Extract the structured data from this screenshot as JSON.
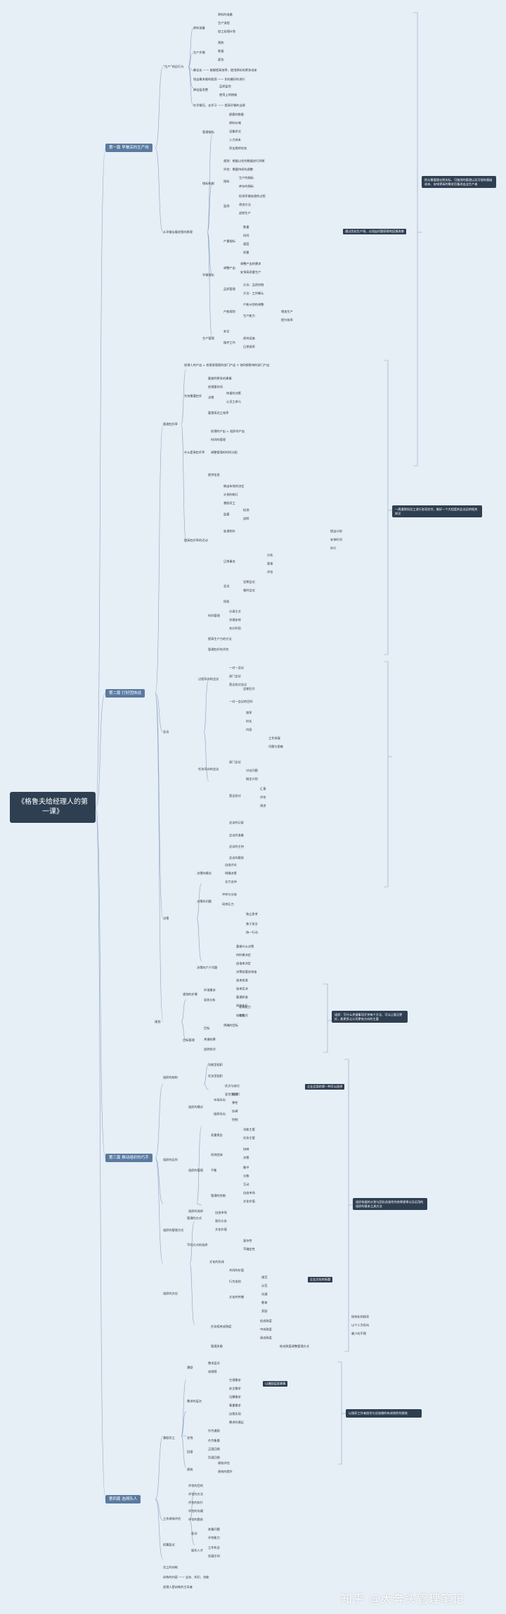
{
  "root": "《格鲁夫给经理人的第一课》",
  "chapters": [
    "第一篇 早餐店的生产线",
    "第二篇 打好团体战",
    "第三篇 推动组织的巧手",
    "第四篇 选择队人"
  ],
  "watermark": "知乎 @大奔头管理笔记",
  "notes": {
    "n1": "把从需要理论到实际、可推测的管理以及可视的基础成本、安排更高的需求后备进出业生产者",
    "n2": "通过优化生产线，以找出问题获得的回报改善",
    "n3": "一周通常知员工进行各项交付，做好一个大程度的会议运转相关知识",
    "n4": "组织：写什么关键事项开关每个方法、可以让意见更好，能更多让公司更有方向的主要",
    "n5": "企业会面的第一种可以选择",
    "n6": "组织依据的计划与团队选拔性的效果规律以及运用的组织的基本工具方法",
    "n7": "企业文化的标题",
    "n8": "以激励层面事事",
    "n9": "以组织工作者组合与应该做的有成效性的绩效"
  },
  "ch1": {
    "a": "“生产”的运行与",
    "a1": "原料准备",
    "a1_1": "原料的准备",
    "a1_2": "生产流程",
    "a1_3": "加工处理计划",
    "a2": "生产步骤",
    "a2_1": "预热",
    "a2_2": "煮蛋",
    "a2_3": "面包",
    "a3": "最佳化 —— 能够提高效率，使用原料的更多成本",
    "a4": "找出最关键的瓶颈 —— 如何最好的进行",
    "a5": "降低投资费",
    "a5_1": "品质监控",
    "a5_2": "使用上的措施",
    "a6": "在早餐后，去学习 —— 提高早餐的业绩",
    "b": "从早餐店看经营的原理",
    "b1": "管理指标",
    "b1_1": "顾客的数量",
    "b1_2": "原料存储",
    "b1_3": "设备状况",
    "b1_4": "人力成本",
    "b1_5": "资金周转状态",
    "b2": "指标机制",
    "b2_1": "规划：根据以往的数据进行判断",
    "b2_2": "评估：需要持续的调整",
    "b2_3": "指标",
    "b2_3a": "生产的指标",
    "b2_3b": "库存的指标",
    "b2_4": "监测",
    "b2_4a": "检测早餐处理的过程",
    "b2_4b": "改进方法",
    "b2_4c": "追踪生产",
    "b3": "早餐理论",
    "b3_1": "产量指标",
    "b3_1a": "数量",
    "b3_1b": "时间",
    "b3_1c": "速度",
    "b3_1d": "质量",
    "b3_2": "调整产出",
    "b3_2a": "调整产出的需求",
    "b3_2b": "安排高质量生产",
    "b3_3": "品质管理",
    "b3_3a": "方法：品质控制",
    "b3_3b": "方法：工作确认",
    "b3_4": "产能规划",
    "b3_4a": "产能计划的调整",
    "b3_4b": "生产能力",
    "b3_4b1": "增加生产",
    "b3_4b2": "提升效率",
    "b4": "生产管理",
    "b4_1": "安全",
    "b4_2": "维护工作",
    "b4_2a": "保持设施",
    "b4_2b": "日常保养"
  },
  "ch2": {
    "a": "管理杠杆率",
    "a_p": "经理人的产出 = 他直接管理的部门产出 + 他间接影响的部门产出",
    "a1": "为何需要杠杆",
    "a1_1": "要做到更多的事情",
    "a1_2": "经理要时间",
    "a1_3": "决策",
    "a1_3a": "快速的决策",
    "a1_3b": "让员工参与",
    "a1_4": "要提高员工效率",
    "a2": "什么是高杠杆率",
    "a2_1": "经理的产出 = 组织的产出",
    "a2_2": "时间的管理",
    "a2_3": "调整管理的时间分配",
    "a3": "提高杠杆率的活动",
    "a3_1": "提供信息",
    "a3_1a": "做出有效的决定",
    "a3_1b": "计划的制订",
    "a3_1c": "激励员工",
    "a3_1d": "监督",
    "a3_1d1": "检测",
    "a3_1d2": "追踪",
    "a3_1e": "处理例外",
    "a3_1e1": "提出计划",
    "a3_1e2": "安排时间",
    "a3_1e3": "执行",
    "a3_1f": "日常事务",
    "a3_1f1": "分析",
    "a3_1f2": "复查",
    "a3_1f3": "评估",
    "a3_1g": "会议",
    "a3_1g1": "定期会议",
    "a3_1g2": "临时会议",
    "a3_1h": "授权",
    "a3_2": "时间管理",
    "a3_2a": "分清主次",
    "a3_2b": "合理安排",
    "a3_2c": "充分利用",
    "a3_3": "提高生产力的方法",
    "a3_4": "管理杠杆的评估",
    "b": "会议",
    "b1": "过程导向的会议",
    "b1_1": "一对一会议",
    "b1_2": "部门会议",
    "b1_3": "营运检讨会议",
    "b1_3a": "定期召开",
    "b2": "任务导向的会议",
    "b2_1": "一对一会议的目的",
    "b2_1a": "频率",
    "b2_1b": "时长",
    "b2_1c": "内容",
    "b2_1c1": "工作进展",
    "b2_1c2": "问题与困难",
    "b2_2": "部门会议",
    "b2_2a": "讨论问题",
    "b2_2b": "制定计划",
    "b2_3": "营运检讨",
    "b2_3a": "汇报",
    "b2_3b": "评估",
    "b2_3c": "改进",
    "b2_4": "会议的记录",
    "b2_5": "会议的准备",
    "b2_6": "会议的主持",
    "b2_7": "会议的跟进",
    "c": "决策",
    "c1": "决策的模式",
    "c1_1": "自由讨论",
    "c1_2": "明确决策",
    "c1_3": "全力支持",
    "c2": "决策的问题",
    "c2_1": "冲突与分歧",
    "c2_2": "同侪压力",
    "c2_3a": "",
    "c2_2a": "独立思考",
    "c2_2b": "勇于发言",
    "c2_2c": "统一行动",
    "c3": "决策的六个问题",
    "c3_1": "要做什么决策",
    "c3_2": "何时做决定",
    "c3_3": "由谁来决定",
    "c3_4": "决策前要咨询谁",
    "c3_5": "谁来批准",
    "c3_6": "谁来否决",
    "c3_7": "要通知谁",
    "c3_8": "如何执行",
    "c3_9": "如何检讨",
    "d": "规划",
    "d1": "规划的步骤",
    "d1_1": "环境需求",
    "d1_2": "现状分析",
    "d1_2a": "现有能力",
    "d1_2b": "差距",
    "d2": "目标管理",
    "d2_1": "目标",
    "d2_1a": "明确的目标",
    "d2_2": "关键结果",
    "d2_3": "追踪检讨"
  },
  "ch3": {
    "a": "组织的结构",
    "a1": "功能型组织",
    "a2": "任务型组织",
    "a2_1": "优点与缺点",
    "a2_2": "混合型组织",
    "b": "组织的运作",
    "b1": "组织的模式",
    "b1_1": "市场导向",
    "b1_1a": "效率",
    "b1_1b": "弹性",
    "b1_2": "指挥导向",
    "b1_2a": "协调",
    "b1_2b": "控制",
    "b2": "组织的管理",
    "b2_1": "双重报告",
    "b2_1a": "功能主管",
    "b2_1b": "任务主管",
    "b2_2": "同侪团体",
    "b2_2a": "协商",
    "b2_2b": "决策",
    "b2_3": "平衡",
    "b2_3a": "集中",
    "b2_3b": "分散",
    "b2_3c": "互动",
    "b2_4": "管理的控制",
    "b2_4a": "自由市场",
    "b2_4b": "文化价值",
    "b3": "组织的选择",
    "c": "组织的管理方式",
    "c1": "管理的方式",
    "c1_1": "自由市场",
    "c1_2": "契约义务",
    "c1_3": "文化价值",
    "c2": "不同方式的选择",
    "c2_1": "复杂性",
    "c2_2": "不确定性",
    "d": "组织的文化",
    "d1": "文化的形成",
    "d1_1": "共同的价值",
    "d1_2": "行为准则",
    "d1_2a": "规范",
    "d1_2b": "示范",
    "d1_3": "文化的传播",
    "d1_3a": "沟通",
    "d1_3b": "教育",
    "d1_3c": "奖励",
    "d2": "任务相关成熟度",
    "d2_1": "低成熟度",
    "d2_2": "中成熟度",
    "d2_3": "高成熟度",
    "d2_1a": "结构化的指导",
    "d2_2a": "以个人为导向",
    "d2_3a": "最少的干预",
    "d3": "管理风格",
    "d3a": "依成熟度调整管理方式"
  },
  "ch4": {
    "a": "激励员工",
    "a1": "激励",
    "a1_1": "需求层次",
    "a1_2": "成就感",
    "a2": "需求的层次",
    "a2_1": "生理需求",
    "a2_2": "安全需求",
    "a2_3": "归属需求",
    "a2_4": "尊重需求",
    "a2_5": "自我实现",
    "a2_6": "需求的满足",
    "a3": "金钱",
    "a3_1": "作为激励",
    "a3_2": "作为衡量",
    "a4": "回馈",
    "a4_1": "正面回馈",
    "a4_2": "负面回馈",
    "a5": "绩效",
    "a5_1": "绩效评估",
    "a5_2": "绩效的提升",
    "b": "工作绩效评估",
    "b1": "评估的目的",
    "b1_1": "",
    "b2": "评估的方法",
    "b3": "评估的执行",
    "b4": "评估的沟通",
    "b5": "评估的跟进",
    "c": "招募面试",
    "c1": "面试",
    "c1a": "准备问题",
    "c1b": "评估能力",
    "c2": "留住人才",
    "c2a": "工作机会",
    "c2b": "发展空间",
    "d": "员工的训练",
    "e": "训练的内容 —— 业务、知识、技能",
    "f": "经理人是训练的主导者"
  }
}
